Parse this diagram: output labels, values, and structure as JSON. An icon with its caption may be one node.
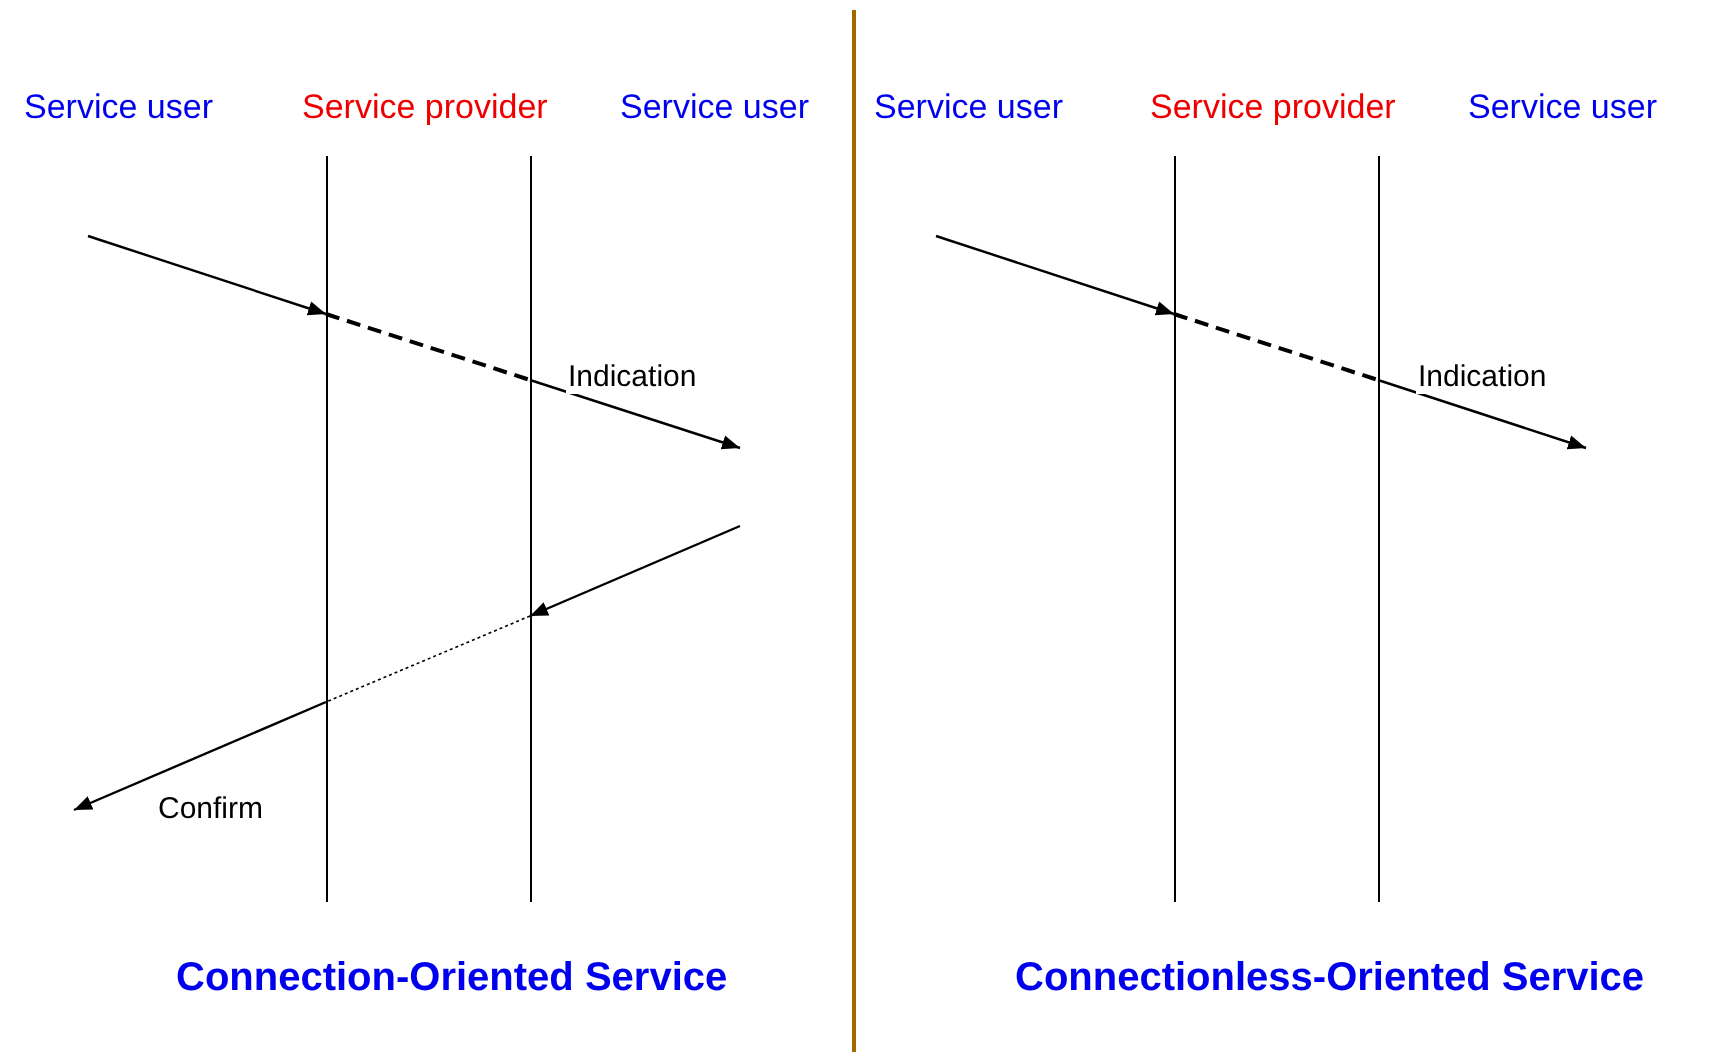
{
  "diagram": {
    "nodes": [
      {
        "text": [
          "Service provider"
        ]
      },
      {
        "text": [
          "Service provider"
        ]
      }
    ],
    "edges": [
      {
        "from": null,
        "to": 0,
        "arrow": "to"
      },
      {
        "from": 0,
        "to": null,
        "arrow": "to",
        "label": "Indication"
      },
      {
        "from": null,
        "to": 0,
        "arrow": "to"
      },
      {
        "from": 0,
        "to": null,
        "arrow": "to",
        "label": "Confirm"
      },
      {
        "from": null,
        "to": 1,
        "arrow": "to"
      },
      {
        "from": 1,
        "to": null,
        "arrow": "to",
        "label": "Indication"
      }
    ],
    "labels": [
      "Service user",
      "Service user",
      "Service user",
      "Service user",
      "Connection-Oriented Service",
      "Connectionless-Oriented Service"
    ]
  }
}
